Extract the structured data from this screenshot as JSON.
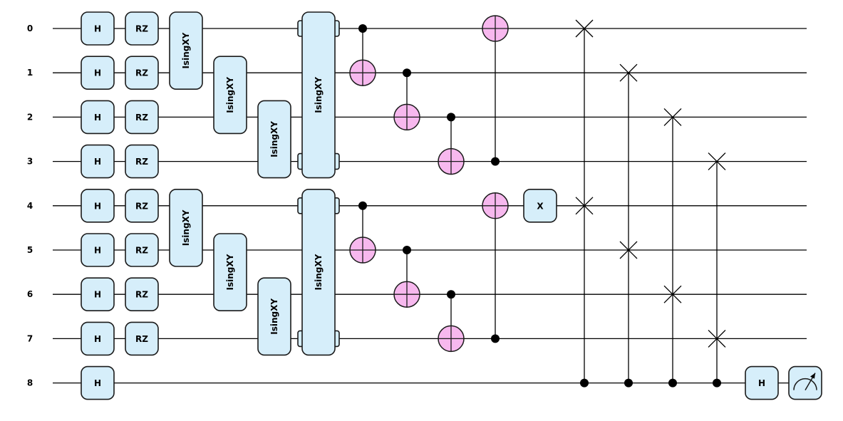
{
  "qubits": [
    "0",
    "1",
    "2",
    "3",
    "4",
    "5",
    "6",
    "7",
    "8"
  ],
  "gate_labels": {
    "h": "H",
    "rz": "RZ",
    "isingxy": "IsingXY",
    "x": "X"
  },
  "operations": [
    {
      "kind": "single",
      "gate": "h",
      "qubits": [
        0,
        1,
        2,
        3,
        4,
        5,
        6,
        7,
        8
      ],
      "col": 0
    },
    {
      "kind": "single",
      "gate": "rz",
      "qubits": [
        0,
        1,
        2,
        3,
        4,
        5,
        6,
        7
      ],
      "col": 1
    },
    {
      "kind": "block",
      "gate": "isingxy",
      "wires": [
        0,
        1
      ],
      "col": 2
    },
    {
      "kind": "block",
      "gate": "isingxy",
      "wires": [
        4,
        5
      ],
      "col": 2
    },
    {
      "kind": "block",
      "gate": "isingxy",
      "wires": [
        1,
        2
      ],
      "col": 3
    },
    {
      "kind": "block",
      "gate": "isingxy",
      "wires": [
        5,
        6
      ],
      "col": 3
    },
    {
      "kind": "block",
      "gate": "isingxy",
      "wires": [
        2,
        3
      ],
      "col": 4
    },
    {
      "kind": "block",
      "gate": "isingxy",
      "wires": [
        6,
        7
      ],
      "col": 4
    },
    {
      "kind": "block",
      "gate": "isingxy",
      "wires": [
        0,
        3
      ],
      "col": 5
    },
    {
      "kind": "block",
      "gate": "isingxy",
      "wires": [
        4,
        7
      ],
      "col": 5
    },
    {
      "kind": "cnot",
      "control": 0,
      "target": 1,
      "col": 6
    },
    {
      "kind": "cnot",
      "control": 4,
      "target": 5,
      "col": 6
    },
    {
      "kind": "cnot",
      "control": 1,
      "target": 2,
      "col": 7
    },
    {
      "kind": "cnot",
      "control": 5,
      "target": 6,
      "col": 7
    },
    {
      "kind": "cnot",
      "control": 2,
      "target": 3,
      "col": 8
    },
    {
      "kind": "cnot",
      "control": 6,
      "target": 7,
      "col": 8
    },
    {
      "kind": "cnot",
      "control": 3,
      "target": 0,
      "col": 9
    },
    {
      "kind": "cnot",
      "control": 7,
      "target": 4,
      "col": 9
    },
    {
      "kind": "single",
      "gate": "x",
      "qubits": [
        4
      ],
      "col": 10
    },
    {
      "kind": "cswap",
      "control": 8,
      "swaps": [
        0,
        4
      ],
      "col": 11
    },
    {
      "kind": "cswap",
      "control": 8,
      "swaps": [
        1,
        5
      ],
      "col": 12
    },
    {
      "kind": "cswap",
      "control": 8,
      "swaps": [
        2,
        6
      ],
      "col": 13
    },
    {
      "kind": "cswap",
      "control": 8,
      "swaps": [
        3,
        7
      ],
      "col": 14
    },
    {
      "kind": "single",
      "gate": "h",
      "qubits": [
        8
      ],
      "col": 15
    },
    {
      "kind": "measure",
      "qubits": [
        8
      ],
      "col": 16
    }
  ],
  "colors": {
    "gate_fill": "#d6eefa",
    "target_fill": "#f7b8ee",
    "wire": "#000000"
  },
  "icons": {
    "measure": "meter-icon"
  }
}
